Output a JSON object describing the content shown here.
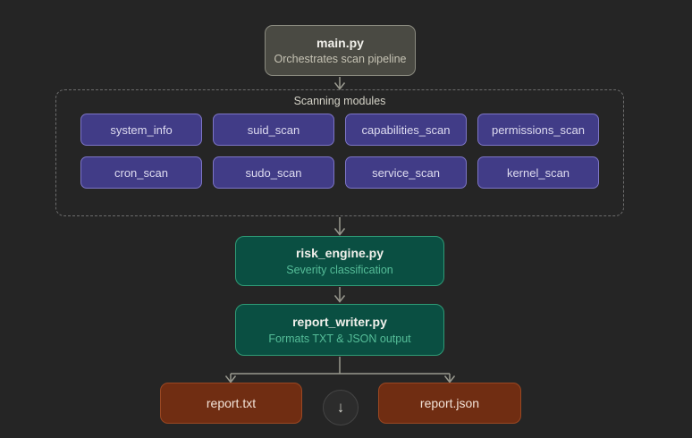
{
  "canvas": {
    "background": "#252525"
  },
  "nodes": {
    "main": {
      "title": "main.py",
      "subtitle": "Orchestrates scan pipeline"
    },
    "modules_group": {
      "label": "Scanning modules",
      "items": [
        {
          "label": "system_info"
        },
        {
          "label": "suid_scan"
        },
        {
          "label": "capabilities_scan"
        },
        {
          "label": "permissions_scan"
        },
        {
          "label": "cron_scan"
        },
        {
          "label": "sudo_scan"
        },
        {
          "label": "service_scan"
        },
        {
          "label": "kernel_scan"
        }
      ]
    },
    "risk_engine": {
      "title": "risk_engine.py",
      "subtitle": "Severity classification"
    },
    "report_writer": {
      "title": "report_writer.py",
      "subtitle": "Formats TXT & JSON output"
    },
    "outputs": [
      {
        "label": "report.txt"
      },
      {
        "label": "report.json"
      }
    ]
  },
  "controls": {
    "scroll_down_icon": "↓"
  },
  "colors": {
    "background": "#252525",
    "main_fill": "#4a4a43",
    "main_border": "#8b8b80",
    "module_fill": "#413c87",
    "module_border": "#7d75c6",
    "teal_fill": "#0a4f42",
    "teal_border": "#2f9b76",
    "teal_subtitle": "#55bd98",
    "output_fill": "#702d12",
    "output_border": "#9a4722",
    "connector": "#99998f",
    "dashed_border": "#6d6d6d"
  }
}
